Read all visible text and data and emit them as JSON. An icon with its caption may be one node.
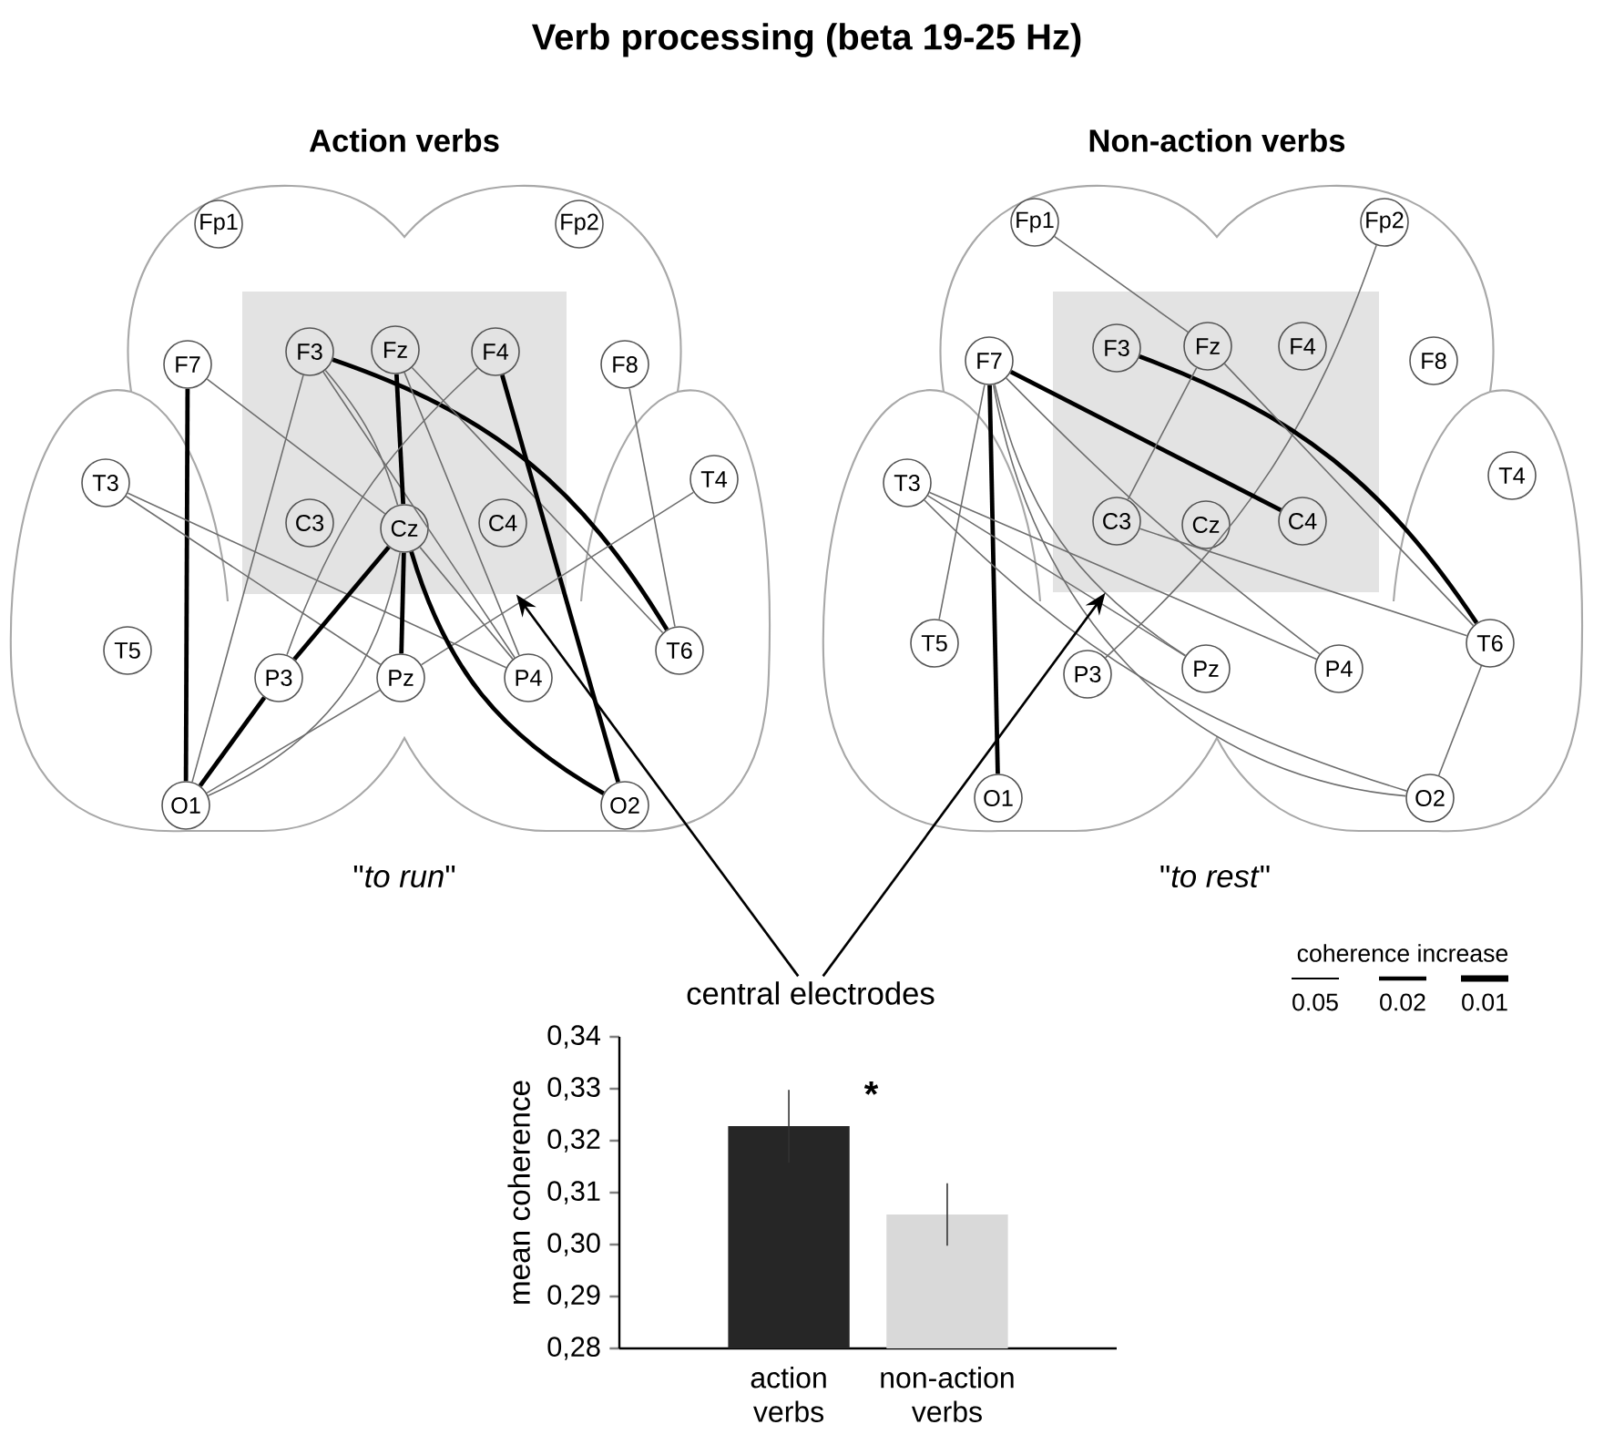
{
  "diagram": {
    "title": "Verb processing (beta 19-25 Hz)",
    "nodes": [
      {
        "text": [],
        "shape": "box"
      },
      {
        "text": [
          "Fp1"
        ]
      },
      {
        "text": [
          "Fp2"
        ]
      },
      {
        "text": [
          "F7"
        ]
      },
      {
        "text": [
          "F3"
        ],
        "in": 0
      },
      {
        "text": [
          "Fz"
        ],
        "in": 0
      },
      {
        "text": [
          "F4"
        ],
        "in": 0
      },
      {
        "text": [
          "F8"
        ]
      },
      {
        "text": [
          "T3"
        ]
      },
      {
        "text": [
          "C3"
        ],
        "in": 0
      },
      {
        "text": [
          "Cz"
        ],
        "in": 0
      },
      {
        "text": [
          "C4"
        ],
        "in": 0
      },
      {
        "text": [
          "T4"
        ]
      },
      {
        "text": [
          "T5"
        ]
      },
      {
        "text": [
          "P3"
        ]
      },
      {
        "text": [
          "Pz"
        ]
      },
      {
        "text": [
          "P4"
        ]
      },
      {
        "text": [
          "T6"
        ]
      },
      {
        "text": [
          "O1"
        ]
      },
      {
        "text": [
          "O2"
        ]
      },
      {
        "text": [],
        "shape": "box"
      },
      {
        "text": [
          "Fp1"
        ]
      },
      {
        "text": [
          "Fp2"
        ]
      },
      {
        "text": [
          "F7"
        ]
      },
      {
        "text": [
          "F3"
        ],
        "in": 20
      },
      {
        "text": [
          "Fz"
        ],
        "in": 20
      },
      {
        "text": [
          "F4"
        ],
        "in": 20
      },
      {
        "text": [
          "F8"
        ]
      },
      {
        "text": [
          "T3"
        ]
      },
      {
        "text": [
          "C3"
        ],
        "in": 20
      },
      {
        "text": [
          "Cz"
        ],
        "in": 20
      },
      {
        "text": [
          "C4"
        ],
        "in": 20
      },
      {
        "text": [
          "T4"
        ]
      },
      {
        "text": [
          "T5"
        ]
      },
      {
        "text": [
          "P3"
        ]
      },
      {
        "text": [
          "Pz"
        ]
      },
      {
        "text": [
          "P4"
        ]
      },
      {
        "text": [
          "T6"
        ]
      },
      {
        "text": [
          "O1"
        ]
      },
      {
        "text": [
          "O2"
        ]
      },
      {
        "text": [
          "central electrodes"
        ]
      }
    ],
    "edges": [
      {
        "from": 3,
        "to": 18,
        "arrow": "none",
        "style": "thick",
        "color": "#000000"
      },
      {
        "from": 3,
        "to": 10,
        "arrow": "none"
      },
      {
        "from": 4,
        "to": 18,
        "arrow": "none"
      },
      {
        "from": 4,
        "to": 10,
        "arrow": "none"
      },
      {
        "from": 4,
        "to": 16,
        "arrow": "none"
      },
      {
        "from": 4,
        "to": 17,
        "arrow": "none",
        "style": "thick",
        "color": "#000000"
      },
      {
        "from": 5,
        "to": 10,
        "arrow": "none",
        "style": "thick",
        "color": "#000000"
      },
      {
        "from": 5,
        "to": 17,
        "arrow": "none"
      },
      {
        "from": 5,
        "to": 16,
        "arrow": "none"
      },
      {
        "from": 6,
        "to": 19,
        "arrow": "none",
        "style": "thick",
        "color": "#000000"
      },
      {
        "from": 6,
        "to": 14,
        "arrow": "none"
      },
      {
        "from": 7,
        "to": 17,
        "arrow": "none"
      },
      {
        "from": 8,
        "to": 16,
        "arrow": "none"
      },
      {
        "from": 8,
        "to": 15,
        "arrow": "none"
      },
      {
        "from": 12,
        "to": 15,
        "arrow": "none"
      },
      {
        "from": 10,
        "to": 14,
        "arrow": "none",
        "style": "thick",
        "color": "#000000"
      },
      {
        "from": 10,
        "to": 15,
        "arrow": "none",
        "style": "thick",
        "color": "#000000"
      },
      {
        "from": 10,
        "to": 19,
        "arrow": "none",
        "style": "thick",
        "color": "#000000"
      },
      {
        "from": 10,
        "to": 16,
        "arrow": "none"
      },
      {
        "from": 10,
        "to": 18,
        "arrow": "none"
      },
      {
        "from": 15,
        "to": 18,
        "arrow": "none"
      },
      {
        "from": 14,
        "to": 18,
        "arrow": "none",
        "style": "thick",
        "color": "#000000"
      },
      {
        "from": 21,
        "to": 25,
        "arrow": "none"
      },
      {
        "from": 22,
        "to": 34,
        "arrow": "none"
      },
      {
        "from": 23,
        "to": 31,
        "arrow": "none",
        "style": "thick",
        "color": "#000000"
      },
      {
        "from": 24,
        "to": 37,
        "arrow": "none",
        "style": "thick",
        "color": "#000000"
      },
      {
        "from": 25,
        "to": 29,
        "arrow": "none"
      },
      {
        "from": 25,
        "to": 37,
        "arrow": "none"
      },
      {
        "from": 23,
        "to": 38,
        "arrow": "none",
        "style": "thick",
        "color": "#000000"
      },
      {
        "from": 23,
        "to": 33,
        "arrow": "none"
      },
      {
        "from": 23,
        "to": 35,
        "arrow": "none"
      },
      {
        "from": 23,
        "to": 36,
        "arrow": "none"
      },
      {
        "from": 23,
        "to": 39,
        "arrow": "none"
      },
      {
        "from": 28,
        "to": 39,
        "arrow": "none"
      },
      {
        "from": 28,
        "to": 35,
        "arrow": "none"
      },
      {
        "from": 28,
        "to": 36,
        "arrow": "none"
      },
      {
        "from": 29,
        "to": 37,
        "arrow": "none"
      },
      {
        "from": 37,
        "to": 39,
        "arrow": "none"
      },
      {
        "from": 40,
        "to": 0,
        "arrow": "to",
        "color": "#000000"
      },
      {
        "from": 40,
        "to": 20,
        "arrow": "to",
        "color": "#000000"
      }
    ],
    "labels": [
      "Action verbs",
      "Non-action verbs",
      "\"*to run*\"",
      "\"*to rest*\"",
      "coherence increase"
    ],
    "legend": [
      {
        "text": "0.05"
      },
      {
        "text": "0.02"
      },
      {
        "text": "0.01"
      }
    ],
    "chart_data": {
      "type": "bar",
      "ylabel": "mean coherence",
      "categories": [
        "action verbs",
        "non-action verbs"
      ],
      "series": [
        {
          "color": "#262626",
          "values": [
            0.3228,
            null
          ],
          "errors": [
            0.007,
            null
          ]
        },
        {
          "color": "#d9d9d9",
          "values": [
            null,
            0.3058
          ],
          "errors": [
            null,
            0.006
          ]
        }
      ],
      "ylim": [
        0.28,
        0.34
      ],
      "yticks": [
        {
          "value": 0.28,
          "label": "0,28"
        },
        {
          "value": 0.29,
          "label": "0,29"
        },
        {
          "value": 0.3,
          "label": "0,30"
        },
        {
          "value": 0.31,
          "label": "0,31"
        },
        {
          "value": 0.32,
          "label": "0,32"
        },
        {
          "value": 0.33,
          "label": "0,33"
        },
        {
          "value": 0.34,
          "label": "0,34"
        }
      ],
      "annotations": [
        "*"
      ]
    }
  }
}
